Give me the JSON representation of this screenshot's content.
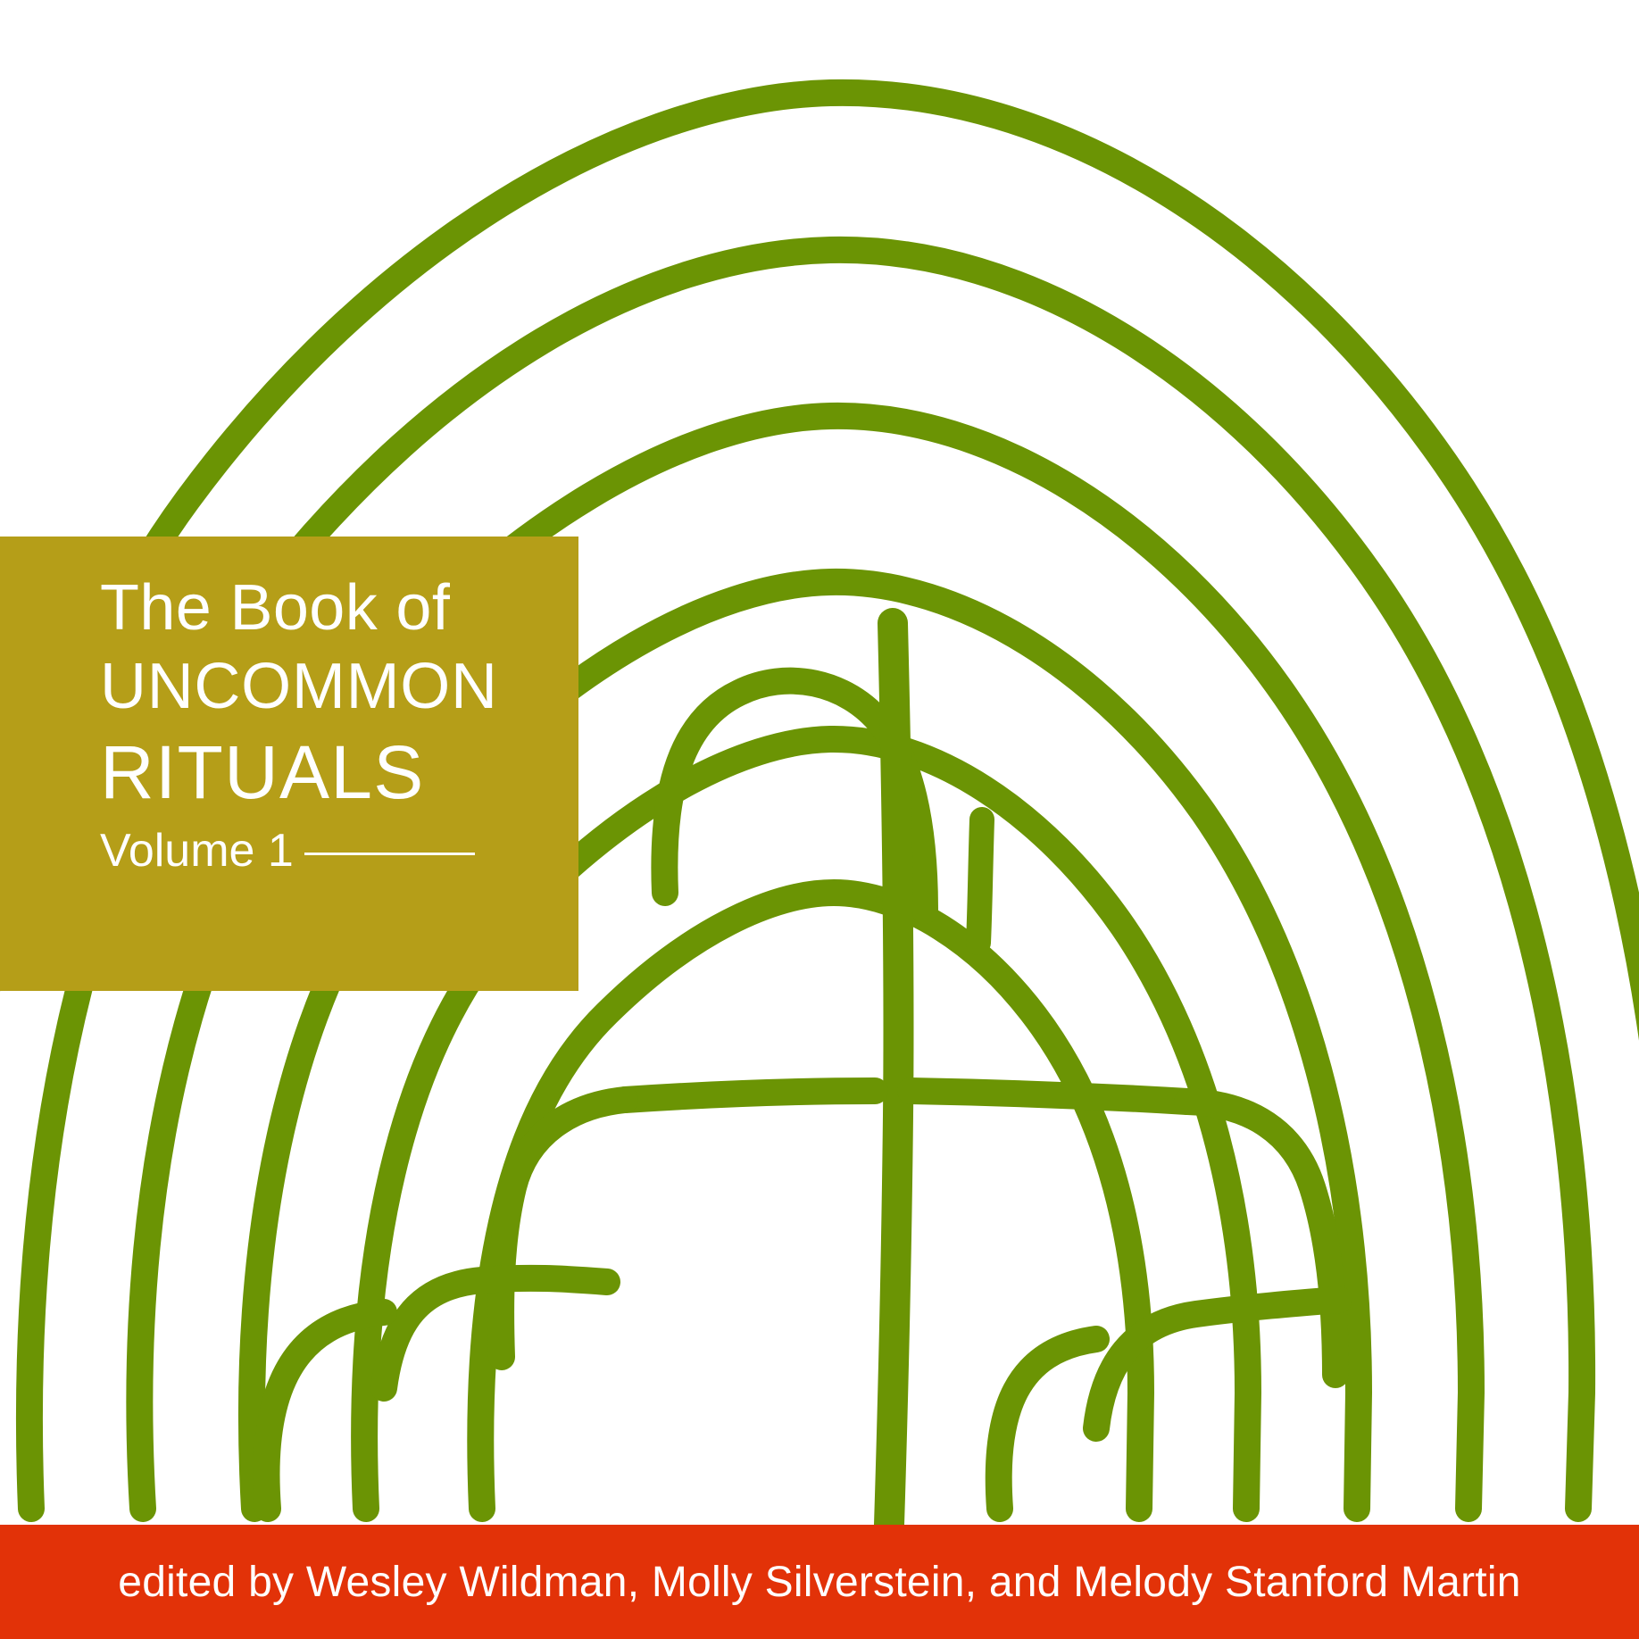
{
  "cover": {
    "background_color": "#ffffff",
    "title_block": {
      "background_color": "#b59e18",
      "text_color": "#ffffff",
      "line_1": "The Book of",
      "line_2": "UNCOMMON",
      "line_3": "RITUALS",
      "subtitle": "Volume 1"
    },
    "editors_band": {
      "background_color": "#e23208",
      "text_color": "#ffffff",
      "credit": "edited by Wesley Wildman, Molly Silverstein, and Melody Stanford Martin"
    },
    "artwork": {
      "name": "labyrinth",
      "stroke_color": "#6b9404",
      "description": "hand-drawn classical seven-circuit labyrinth"
    }
  }
}
